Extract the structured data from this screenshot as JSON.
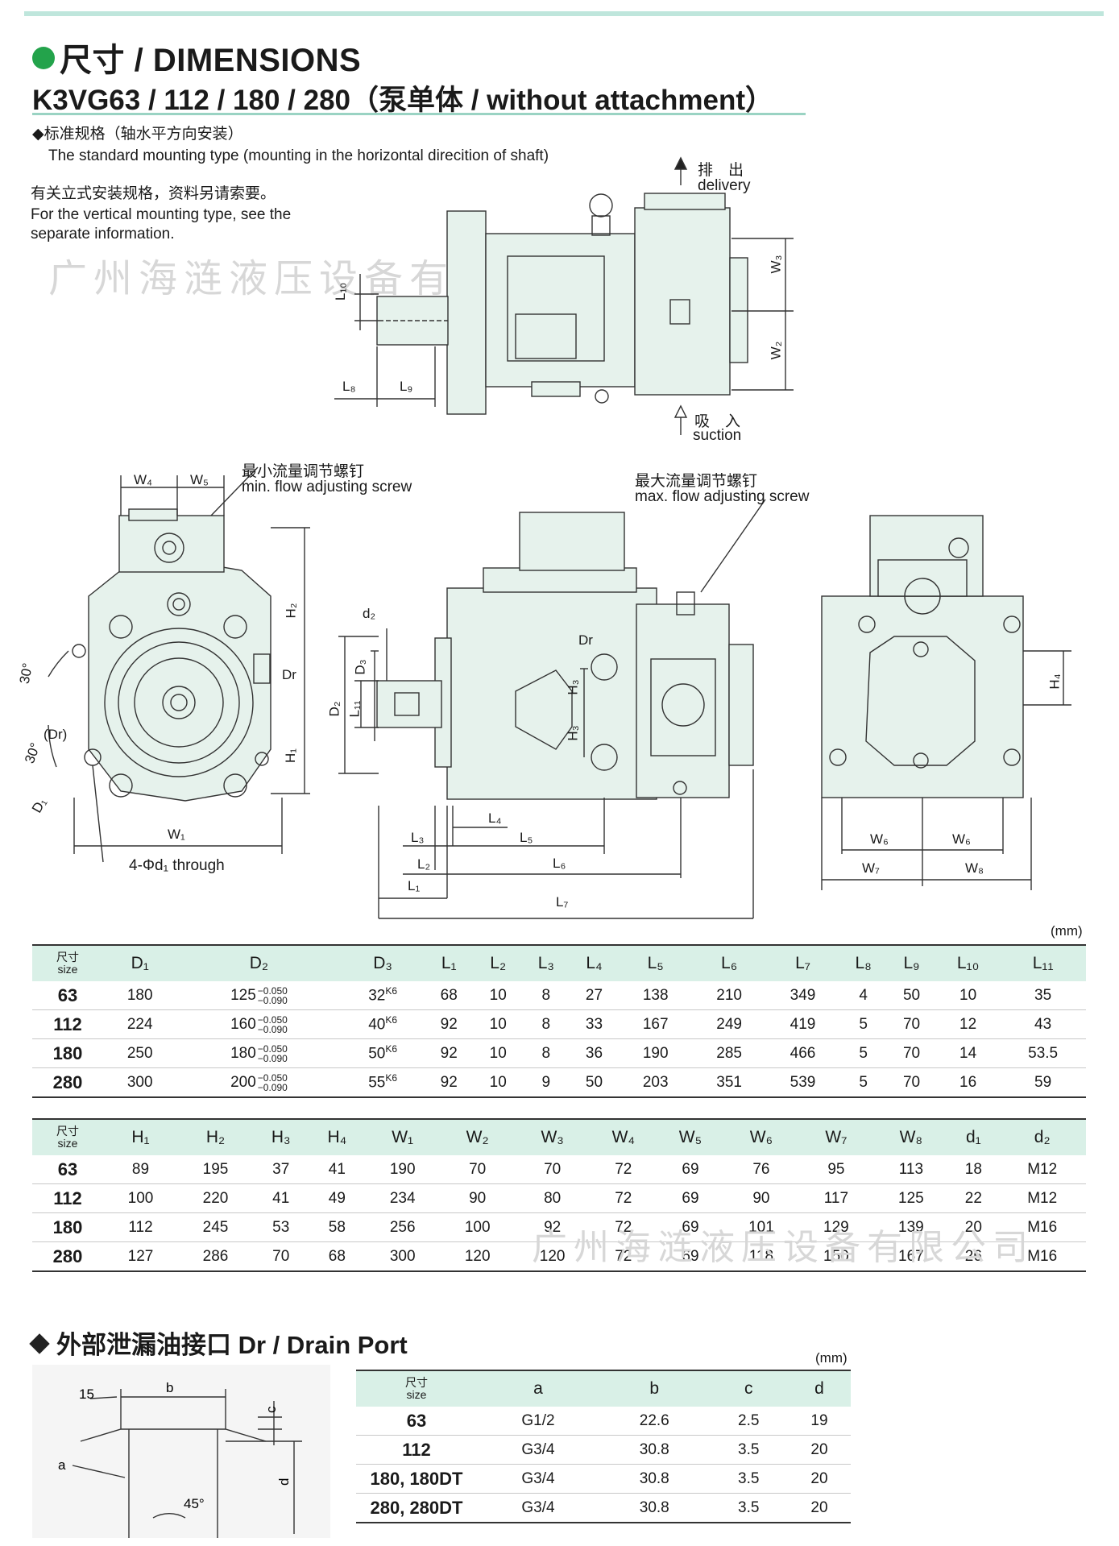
{
  "header": {
    "title": "尺寸 / DIMENSIONS",
    "subtitle": "K3VG63 / 112 / 180 / 280（泵单体 / without attachment）"
  },
  "notes": {
    "standard_cn": "◆标准规格（轴水平方向安装）",
    "standard_en": "The standard mounting type (mounting in the horizontal direcition of shaft)",
    "vertical_cn": "有关立式安装规格，资料另请索要。",
    "vertical_en_1": "For the vertical mounting type, see the",
    "vertical_en_2": "separate information."
  },
  "watermark": "广州海涟液压设备有限公司",
  "drawing_labels": {
    "delivery_cn": "排　出",
    "delivery_en": "delivery",
    "suction_cn": "吸　入",
    "suction_en": "suction",
    "min_screw_cn": "最小流量调节螺钉",
    "min_screw_en": "min. flow adjusting screw",
    "max_screw_cn": "最大流量调节螺钉",
    "max_screw_en": "max. flow adjusting screw",
    "bolt_holes": "4-Φd₁ through",
    "angle": "30°",
    "dr": "Dr",
    "dr_paren": "(Dr)",
    "L8": "L₈",
    "L9": "L₉",
    "L10": "L₁₀",
    "W2": "W₂",
    "W3": "W₃",
    "W4": "W₄",
    "W5": "W₅",
    "W1": "W₁",
    "H1": "H₁",
    "H2": "H₂",
    "D1": "D₁",
    "d2": "d₂",
    "D2": "D₂",
    "D3": "D₃",
    "L11": "L₁₁",
    "H3": "H₃",
    "L1": "L₁",
    "L2": "L₂",
    "L3": "L₃",
    "L4": "L₄",
    "L5": "L₅",
    "L6": "L₆",
    "L7": "L₇",
    "H4": "H₄",
    "W6": "W₆",
    "W7": "W₇",
    "W8": "W₈"
  },
  "unit": "(mm)",
  "table1": {
    "size_header_cn": "尺寸",
    "size_header_en": "size",
    "headers": [
      "D₁",
      "D₂",
      "D₃",
      "L₁",
      "L₂",
      "L₃",
      "L₄",
      "L₅",
      "L₆",
      "L₇",
      "L₈",
      "L₉",
      "L₁₀",
      "L₁₁"
    ],
    "tol_upper": "−0.050",
    "tol_lower": "−0.090",
    "rows": [
      {
        "size": "63",
        "D1": "180",
        "D2": "125",
        "D3": "32",
        "D3k": "K6",
        "L1": "68",
        "L2": "10",
        "L3": "8",
        "L4": "27",
        "L5": "138",
        "L6": "210",
        "L7": "349",
        "L8": "4",
        "L9": "50",
        "L10": "10",
        "L11": "35"
      },
      {
        "size": "112",
        "D1": "224",
        "D2": "160",
        "D3": "40",
        "D3k": "K6",
        "L1": "92",
        "L2": "10",
        "L3": "8",
        "L4": "33",
        "L5": "167",
        "L6": "249",
        "L7": "419",
        "L8": "5",
        "L9": "70",
        "L10": "12",
        "L11": "43"
      },
      {
        "size": "180",
        "D1": "250",
        "D2": "180",
        "D3": "50",
        "D3k": "K6",
        "L1": "92",
        "L2": "10",
        "L3": "8",
        "L4": "36",
        "L5": "190",
        "L6": "285",
        "L7": "466",
        "L8": "5",
        "L9": "70",
        "L10": "14",
        "L11": "53.5"
      },
      {
        "size": "280",
        "D1": "300",
        "D2": "200",
        "D3": "55",
        "D3k": "K6",
        "L1": "92",
        "L2": "10",
        "L3": "9",
        "L4": "50",
        "L5": "203",
        "L6": "351",
        "L7": "539",
        "L8": "5",
        "L9": "70",
        "L10": "16",
        "L11": "59"
      }
    ]
  },
  "table2": {
    "headers": [
      "H₁",
      "H₂",
      "H₃",
      "H₄",
      "W₁",
      "W₂",
      "W₃",
      "W₄",
      "W₅",
      "W₆",
      "W₇",
      "W₈",
      "d₁",
      "d₂"
    ],
    "rows": [
      [
        "63",
        "89",
        "195",
        "37",
        "41",
        "190",
        "70",
        "70",
        "72",
        "69",
        "76",
        "95",
        "113",
        "18",
        "M12"
      ],
      [
        "112",
        "100",
        "220",
        "41",
        "49",
        "234",
        "90",
        "80",
        "72",
        "69",
        "90",
        "117",
        "125",
        "22",
        "M12"
      ],
      [
        "180",
        "112",
        "245",
        "53",
        "58",
        "256",
        "100",
        "92",
        "72",
        "69",
        "101",
        "129",
        "139",
        "20",
        "M16"
      ],
      [
        "280",
        "127",
        "286",
        "70",
        "68",
        "300",
        "120",
        "120",
        "72",
        "69",
        "118",
        "150",
        "167",
        "26",
        "M16"
      ]
    ]
  },
  "drain": {
    "title": "外部泄漏油接口 Dr / Drain Port",
    "unit": "(mm)",
    "drawing": {
      "a": "a",
      "b": "b",
      "c": "c",
      "d": "d",
      "dim15": "15",
      "angle": "45°"
    },
    "headers": [
      "a",
      "b",
      "c",
      "d"
    ],
    "rows": [
      [
        "63",
        "G1/2",
        "22.6",
        "2.5",
        "19"
      ],
      [
        "112",
        "G3/4",
        "30.8",
        "3.5",
        "20"
      ],
      [
        "180, 180DT",
        "G3/4",
        "30.8",
        "3.5",
        "20"
      ],
      [
        "280, 280DT",
        "G3/4",
        "30.8",
        "3.5",
        "20"
      ]
    ]
  },
  "colors": {
    "accent": "#23a34b",
    "header_fill": "#d9f0e7",
    "pump_fill": "#e6f2ec",
    "rule": "#bfe6dc"
  }
}
